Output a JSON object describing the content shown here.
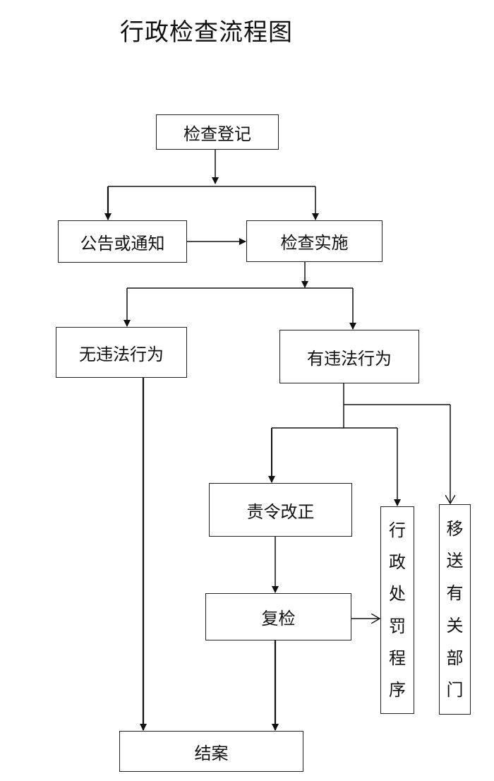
{
  "title": "行政检查流程图",
  "nodes": {
    "register": "检查登记",
    "notice": "公告或通知",
    "implement": "检查实施",
    "no_violation": "无违法行为",
    "violation": "有违法行为",
    "rectify": "责令改正",
    "recheck": "复检",
    "close": "结案",
    "penalty": [
      "行",
      "政",
      "处",
      "罚",
      "程",
      "序"
    ],
    "transfer": [
      "移",
      "送",
      "有",
      "关",
      "部",
      "门"
    ]
  }
}
